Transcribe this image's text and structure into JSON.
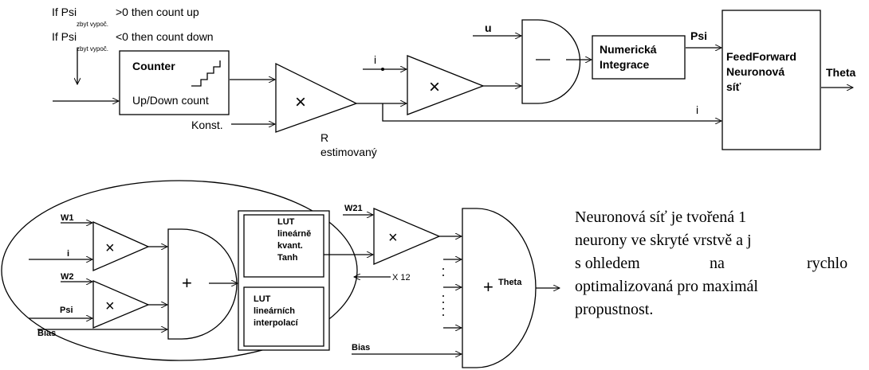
{
  "top": {
    "line1_a": "If Psi",
    "line1_sub": "zbyt vypoč.",
    "line1_b": ">0 then count up",
    "line2_a": "If Psi",
    "line2_sub": "zbyt vypoč.",
    "line2_b": "<0 then count down",
    "counter_title": "Counter",
    "counter_mode": "Up/Down count",
    "konst": "Konst.",
    "r_label": "R",
    "r_sub": "estimovaný",
    "i_label1": "i",
    "i_label2": "i",
    "u_label": "u",
    "integ_line1": "Numerická",
    "integ_line2": "Integrace",
    "psi_label": "Psi",
    "ff_line1": "FeedForward",
    "ff_line2": "Neuronová",
    "ff_line3": "síť",
    "theta_label": "Theta"
  },
  "bottom": {
    "w1": "W1",
    "i": "i",
    "w2": "W2",
    "psi": "Psi",
    "bias1": "Bias",
    "w21": "W21",
    "lut1_l1": "LUT",
    "lut1_l2": "lineárně",
    "lut1_l3": "kvant.",
    "lut1_l4": "Tanh",
    "lut2_l1": "LUT",
    "lut2_l2": "lineárních",
    "lut2_l3": "interpolací",
    "x12": "X 12",
    "bias2": "Bias",
    "theta": "Theta"
  },
  "paragraph": {
    "line1": "Neuronová síť je tvořená 1",
    "line2": "neurony ve skryté vrstvě a j",
    "line3a": "s ohledem",
    "line3b": "na",
    "line3c": "rychlo",
    "line4": "optimalizovaná pro maximál",
    "line5": "propustnost."
  }
}
